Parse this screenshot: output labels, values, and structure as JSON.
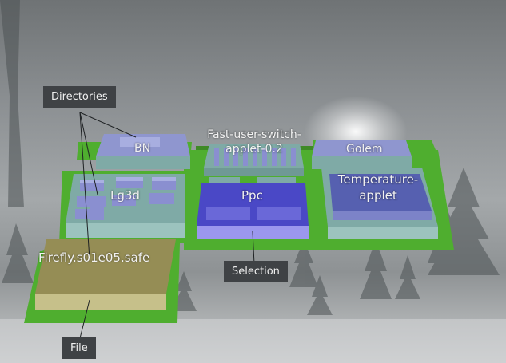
{
  "scene": {
    "blocks": {
      "bn": "BN",
      "fast_user_switch": "Fast-user-switch-\napplet-0.2",
      "golem": "Golem",
      "lg3d": "Lg3d",
      "ppc": "Ppc",
      "temperature": "Temperature-\napplet",
      "firefly": "Firefly.s01e05.safe"
    }
  },
  "callouts": {
    "directories": "Directories",
    "selection": "Selection",
    "file": "File"
  },
  "colors": {
    "floor_green": "#4fae2f",
    "block_teal": "#7faaa6",
    "directory_blue": "#7f86c8",
    "selection_violet": "#4a48c6",
    "file_olive": "#a09a5f"
  }
}
